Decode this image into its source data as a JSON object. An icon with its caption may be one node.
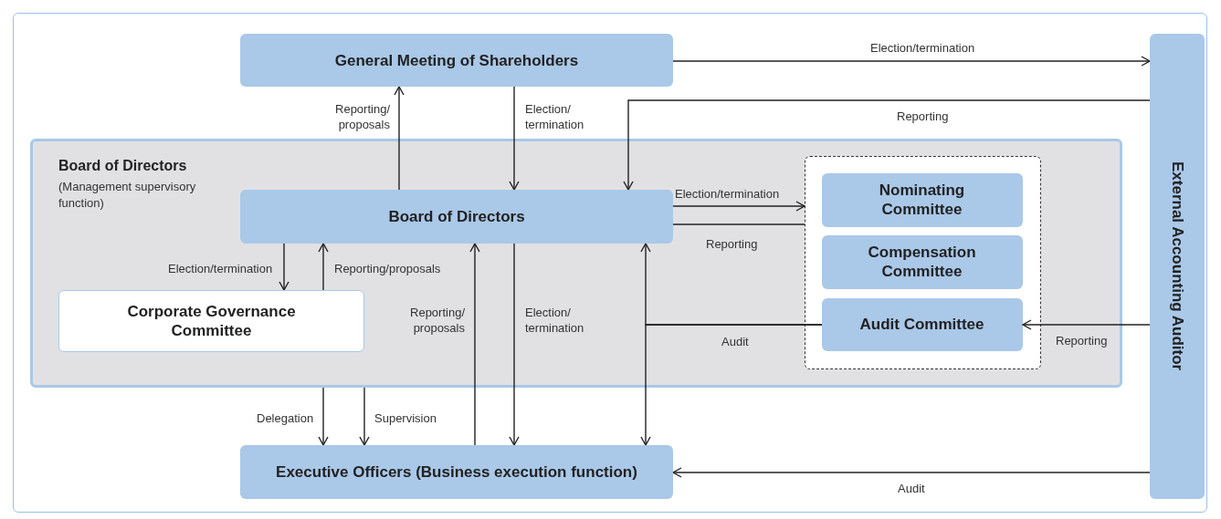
{
  "diagram": {
    "nodes": [
      {
        "text": [
          "General Meeting of Shareholders"
        ]
      },
      {
        "text": [
          "Board of Directors",
          "(Management supervisory function)"
        ]
      },
      {
        "text": [
          "Board of Directors"
        ],
        "in": 1
      },
      {
        "text": [
          "Corporate Governance Committee"
        ],
        "in": 1
      },
      {
        "text": [],
        "shape": "box",
        "in": 1
      },
      {
        "text": [
          "Nominating Committee"
        ],
        "in": 4
      },
      {
        "text": [
          "Compensation Committee"
        ],
        "in": 4
      },
      {
        "text": [
          "Audit Committee"
        ],
        "in": 4
      },
      {
        "text": [
          "External Accounting Auditor"
        ]
      },
      {
        "text": [
          "Executive Officers (Business execution function)"
        ]
      }
    ],
    "edges": [
      {
        "from": 0,
        "to": 8,
        "arrow": "to",
        "label": "Election/termination"
      },
      {
        "from": 8,
        "to": 2,
        "arrow": "to",
        "label": "Reporting"
      },
      {
        "from": 2,
        "to": 0,
        "arrow": "to",
        "label": "Reporting/ proposals"
      },
      {
        "from": 0,
        "to": 2,
        "arrow": "to",
        "label": "Election/ termination"
      },
      {
        "from": 2,
        "to": 4,
        "arrow": "to",
        "label": "Election/termination"
      },
      {
        "from": 4,
        "to": 2,
        "arrow": "none",
        "label": "Reporting"
      },
      {
        "from": 2,
        "to": 3,
        "arrow": "to",
        "label": "Election/termination"
      },
      {
        "from": 3,
        "to": 2,
        "arrow": "to",
        "label": "Reporting/proposals"
      },
      {
        "from": 9,
        "to": 2,
        "arrow": "to",
        "label": "Reporting/ proposals"
      },
      {
        "from": 2,
        "to": 9,
        "arrow": "to",
        "label": "Election/ termination"
      },
      {
        "from": 7,
        "to": 2,
        "arrow": "to",
        "label": "Audit"
      },
      {
        "from": 7,
        "to": 9,
        "arrow": "to"
      },
      {
        "from": 8,
        "to": 7,
        "arrow": "to",
        "label": "Reporting"
      },
      {
        "from": 1,
        "to": 9,
        "arrow": "to",
        "label": "Delegation"
      },
      {
        "from": 1,
        "to": 9,
        "arrow": "to",
        "label": "Supervision"
      },
      {
        "from": 8,
        "to": 9,
        "arrow": "to",
        "label": "Audit"
      }
    ]
  }
}
